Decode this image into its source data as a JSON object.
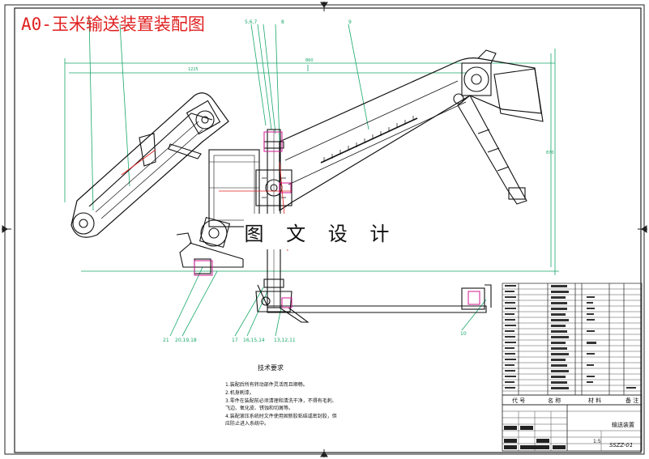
{
  "header": {
    "title": "A0-玉米输送装置装配图"
  },
  "watermark": {
    "text": "图 文 设 计"
  },
  "callouts": [
    "5,6,7",
    "8",
    "9",
    "21",
    "20,19,18",
    "17",
    "16,15,14",
    "13,12,11",
    "10"
  ],
  "requirements": {
    "title": "技术要求",
    "lines": [
      "1.装配后所有转动部件灵活而且顺畅。",
      "2.机身刷漆。",
      "3.零件在装配前必须清理和清洗干净，不得有毛刺、",
      "飞边、氧化皮、锈蚀和切屑等。",
      "4.装配滚压系统时文件使用固新胶粘结或密封胶，但",
      "应防止进入系统中。"
    ]
  },
  "title_block": {
    "header_cols": [
      "代 号",
      "名 称",
      "材 料",
      "备 注"
    ],
    "part_name": "输送装置",
    "scale": "1:5",
    "drawing_no": "SSZZ-01"
  },
  "colors": {
    "line": "#1a1a1a",
    "dim": "#17a86a",
    "accent": "#e02020",
    "part_magenta": "#d01890"
  }
}
